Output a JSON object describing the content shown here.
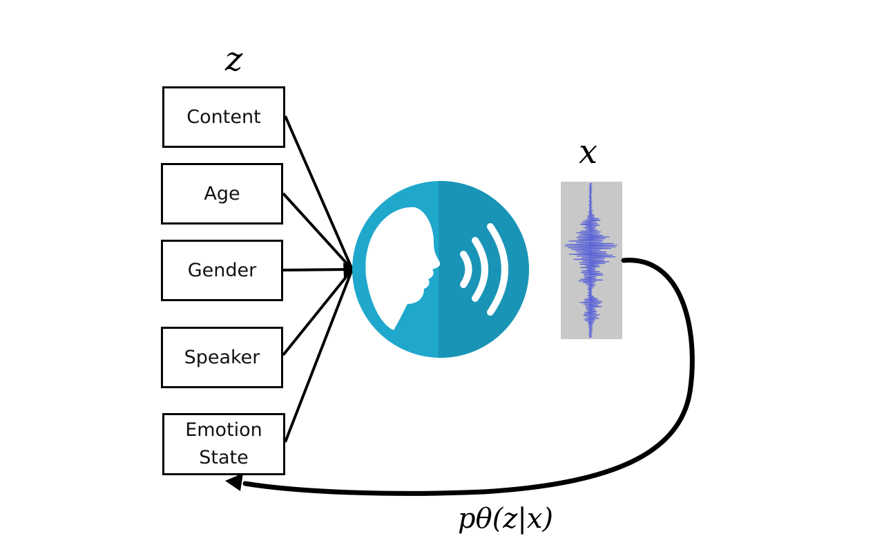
{
  "latent": {
    "symbol": "z",
    "factors": [
      {
        "label": "Content"
      },
      {
        "label": "Age"
      },
      {
        "label": "Gender"
      },
      {
        "label": "Speaker"
      },
      {
        "label": "Emotion\nState"
      }
    ]
  },
  "observation": {
    "symbol": "x"
  },
  "inference": {
    "formula": "pθ(z|x)"
  },
  "icon": {
    "name": "speaking-head-icon",
    "colors": {
      "circle_left": "#1fa8cc",
      "circle_right": "#1a94b6",
      "silhouette": "#ffffff"
    }
  },
  "waveform": {
    "name": "waveform-image",
    "colors": {
      "background": "#c8c8c8",
      "wave": "#5a63d8"
    }
  },
  "colors": {
    "stroke": "#000000"
  }
}
